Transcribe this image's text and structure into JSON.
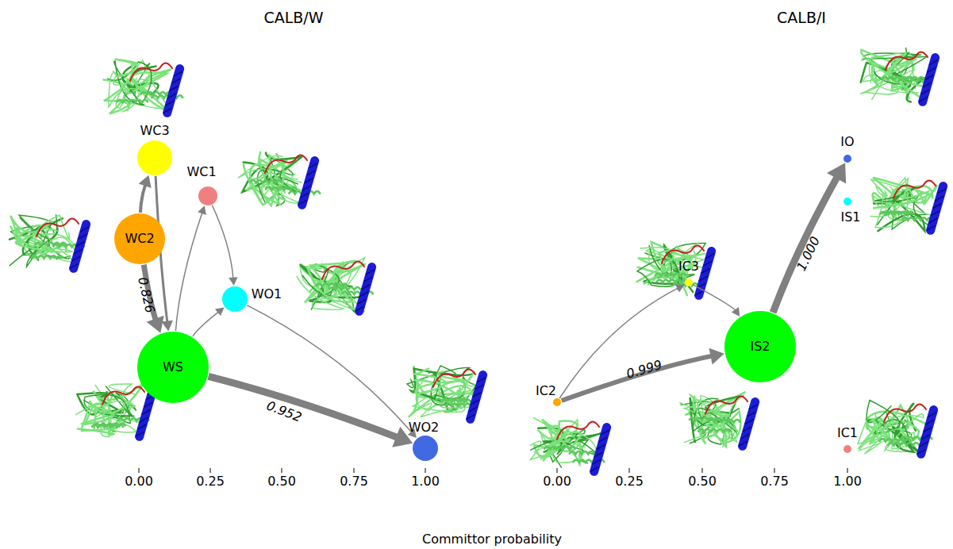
{
  "diagram": {
    "nodes": [
      {
        "text": [
          "WC3"
        ]
      },
      {
        "text": [
          "WC1"
        ]
      },
      {
        "text": [
          "WC2"
        ]
      },
      {
        "text": [
          "WO1"
        ]
      },
      {
        "text": [
          "WS"
        ]
      },
      {
        "text": [
          "WO2"
        ]
      },
      {
        "text": [
          "IO"
        ]
      },
      {
        "text": [
          "IS1"
        ]
      },
      {
        "text": [
          "IC3"
        ]
      },
      {
        "text": [
          "IS2"
        ]
      },
      {
        "text": [
          "IC2"
        ]
      },
      {
        "text": [
          "IC1"
        ]
      }
    ],
    "edges": [
      {
        "from": 2,
        "to": 0,
        "arrow": "to"
      },
      {
        "from": 2,
        "to": 4,
        "label": "0.826",
        "arrow": "to"
      },
      {
        "from": 0,
        "to": 4,
        "arrow": "to"
      },
      {
        "from": 4,
        "to": 1,
        "arrow": "to"
      },
      {
        "from": 1,
        "to": 3,
        "arrow": "to"
      },
      {
        "from": 4,
        "to": 3,
        "arrow": "to"
      },
      {
        "from": 3,
        "to": 5,
        "arrow": "to"
      },
      {
        "from": 4,
        "to": 5,
        "label": "0.952",
        "arrow": "to"
      },
      {
        "from": 10,
        "to": 8,
        "arrow": "to"
      },
      {
        "from": 8,
        "to": 9,
        "arrow": "to"
      },
      {
        "from": 10,
        "to": 9,
        "label": "0.999",
        "arrow": "to"
      },
      {
        "from": 9,
        "to": 6,
        "label": "1.000",
        "arrow": "to"
      }
    ],
    "labels": [
      "CALB/W",
      "CALB/I",
      "0.00",
      "0.25",
      "0.50",
      "0.75",
      "1.00",
      "0.00",
      "0.25",
      "0.50",
      "0.75",
      "1.00",
      "Committor probability"
    ]
  }
}
